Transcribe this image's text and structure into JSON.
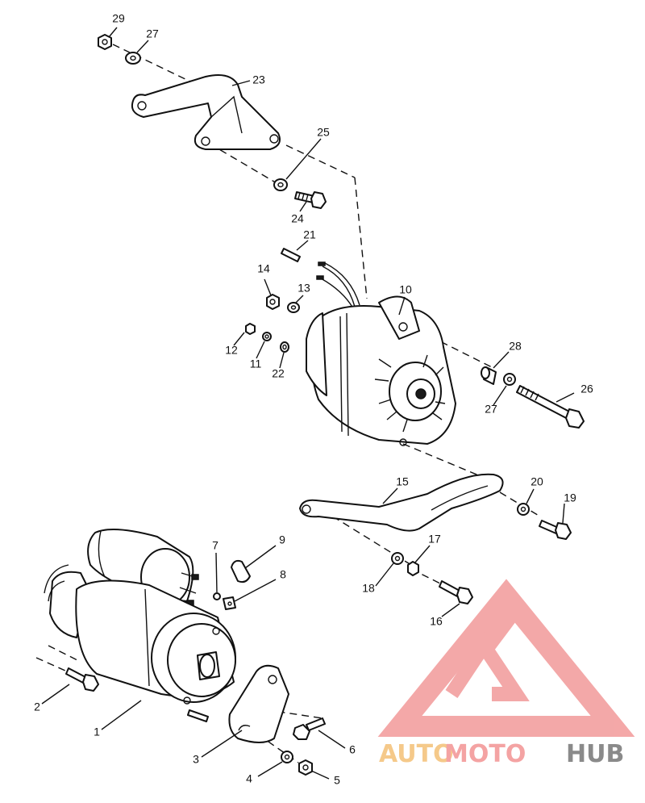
{
  "callouts": [
    {
      "id": "c29",
      "text": "29"
    },
    {
      "id": "c27a",
      "text": "27"
    },
    {
      "id": "c23",
      "text": "23"
    },
    {
      "id": "c25",
      "text": "25"
    },
    {
      "id": "c24",
      "text": "24"
    },
    {
      "id": "c21",
      "text": "21"
    },
    {
      "id": "c14",
      "text": "14"
    },
    {
      "id": "c13",
      "text": "13"
    },
    {
      "id": "c10",
      "text": "10"
    },
    {
      "id": "c12",
      "text": "12"
    },
    {
      "id": "c11",
      "text": "11"
    },
    {
      "id": "c22",
      "text": "22"
    },
    {
      "id": "c28",
      "text": "28"
    },
    {
      "id": "c26",
      "text": "26"
    },
    {
      "id": "c27b",
      "text": "27"
    },
    {
      "id": "c15",
      "text": "15"
    },
    {
      "id": "c20",
      "text": "20"
    },
    {
      "id": "c19",
      "text": "19"
    },
    {
      "id": "c7",
      "text": "7"
    },
    {
      "id": "c9",
      "text": "9"
    },
    {
      "id": "c8",
      "text": "8"
    },
    {
      "id": "c17",
      "text": "17"
    },
    {
      "id": "c18",
      "text": "18"
    },
    {
      "id": "c16",
      "text": "16"
    },
    {
      "id": "c2",
      "text": "2"
    },
    {
      "id": "c1",
      "text": "1"
    },
    {
      "id": "c3",
      "text": "3"
    },
    {
      "id": "c6",
      "text": "6"
    },
    {
      "id": "c4",
      "text": "4"
    },
    {
      "id": "c5",
      "text": "5"
    }
  ],
  "watermark": {
    "part1": "AUTO",
    "part2": "MOTO",
    "part3": "HUB",
    "color_auto": "#f5c98a",
    "color_moto": "#f4a3a3",
    "color_hub": "#8a8a8a",
    "logo_color": "#f08b8b"
  }
}
